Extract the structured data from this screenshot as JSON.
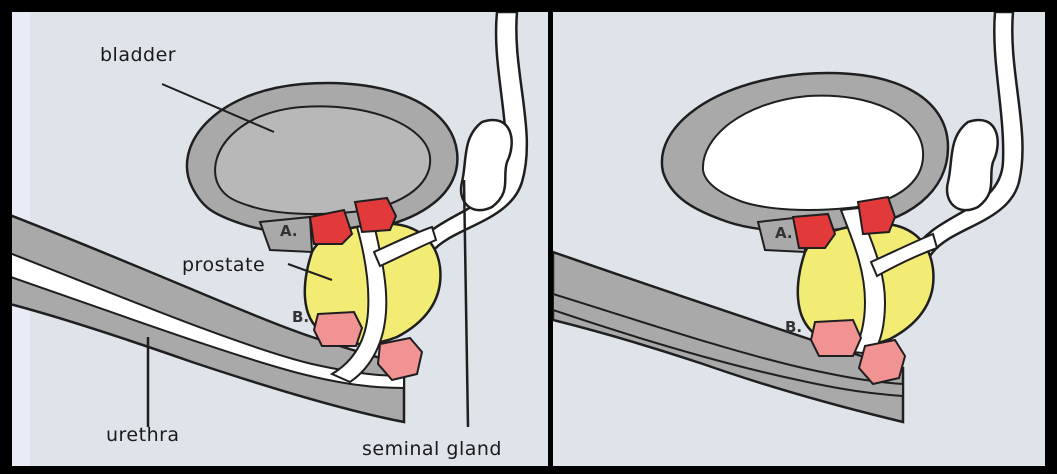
{
  "labels": {
    "bladder": "bladder",
    "prostate": "prostate",
    "urethra": "urethra",
    "seminal_gland": "seminal gland"
  },
  "markers": {
    "a": "A.",
    "b": "B."
  },
  "colors": {
    "background": "#dfe3ea",
    "tissue": "#a9a9a9",
    "bladder_fill": "#b8b8b8",
    "bladder_empty": "#ffffff",
    "prostate": "#f3ec74",
    "sphincter_a": "#e23a3a",
    "sphincter_b": "#f19393",
    "outline": "#1f1f1f"
  },
  "panels": [
    {
      "name": "bladder-filled"
    },
    {
      "name": "bladder-emptying"
    }
  ]
}
